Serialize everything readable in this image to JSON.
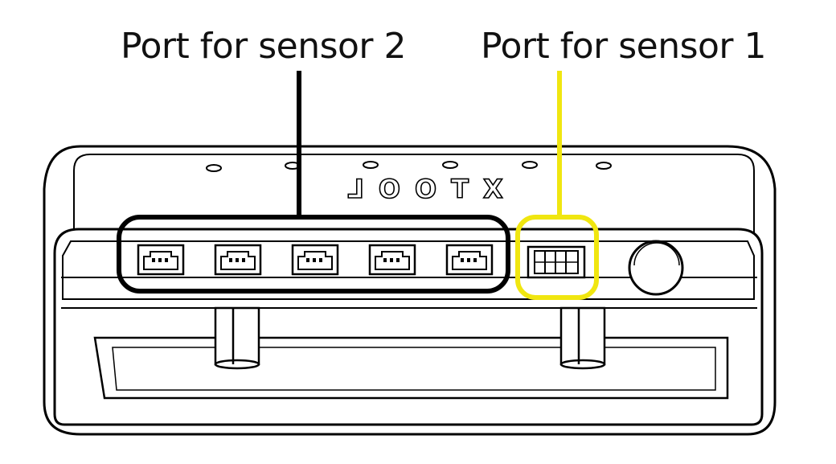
{
  "callouts": {
    "sensor_2": {
      "label": "Port for sensor 2",
      "color": "#000000"
    },
    "sensor_1": {
      "label": "Port for sensor 1",
      "color": "#f0e610"
    }
  },
  "device": {
    "brand": "XTOOL",
    "sensor_2_port_count": 5,
    "sensor_1_port_count": 1,
    "icons": [
      "connector-port-icon",
      "round-button-icon",
      "screw-hole-icon"
    ]
  }
}
